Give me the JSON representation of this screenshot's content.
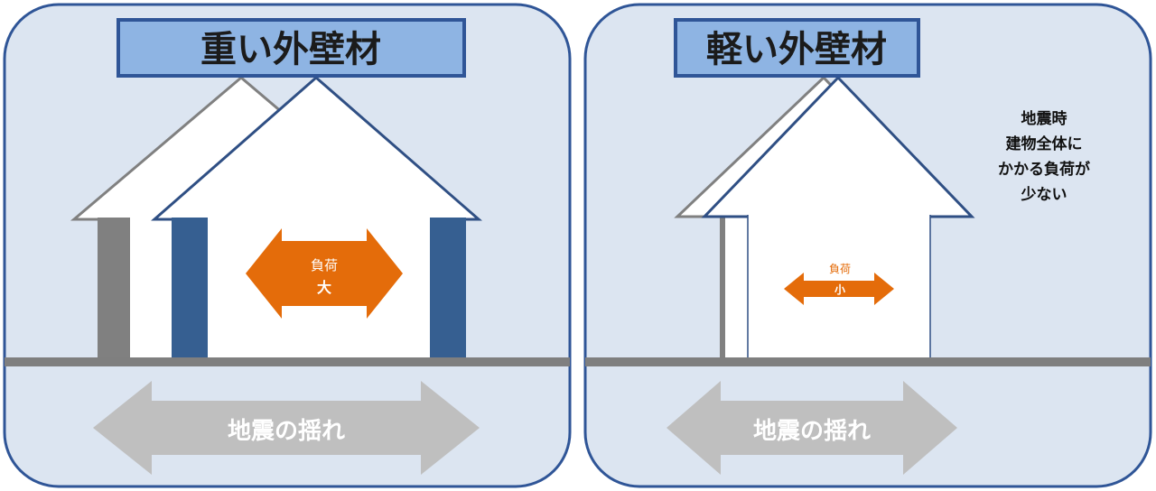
{
  "left_panel": {
    "title": "重い外壁材",
    "load_label": "負荷",
    "load_size": "大",
    "quake_label": "地震の揺れ"
  },
  "right_panel": {
    "title": "軽い外壁材",
    "load_label": "負荷",
    "load_size": "小",
    "quake_label": "地震の揺れ",
    "note_lines": [
      "地震時",
      "建物全体に",
      "かかる負荷が",
      "少ない"
    ]
  },
  "colors": {
    "panel_bg": "#dce5f1",
    "panel_border": "#2f5597",
    "title_bg": "#8eb4e3",
    "wall_heavy": "#365f91",
    "house_outline": "#2f4f84",
    "shadow_house": "#808080",
    "ground": "#7f7f7f",
    "load_arrow": "#e46c0a",
    "quake_arrow": "#bfbfbf"
  }
}
